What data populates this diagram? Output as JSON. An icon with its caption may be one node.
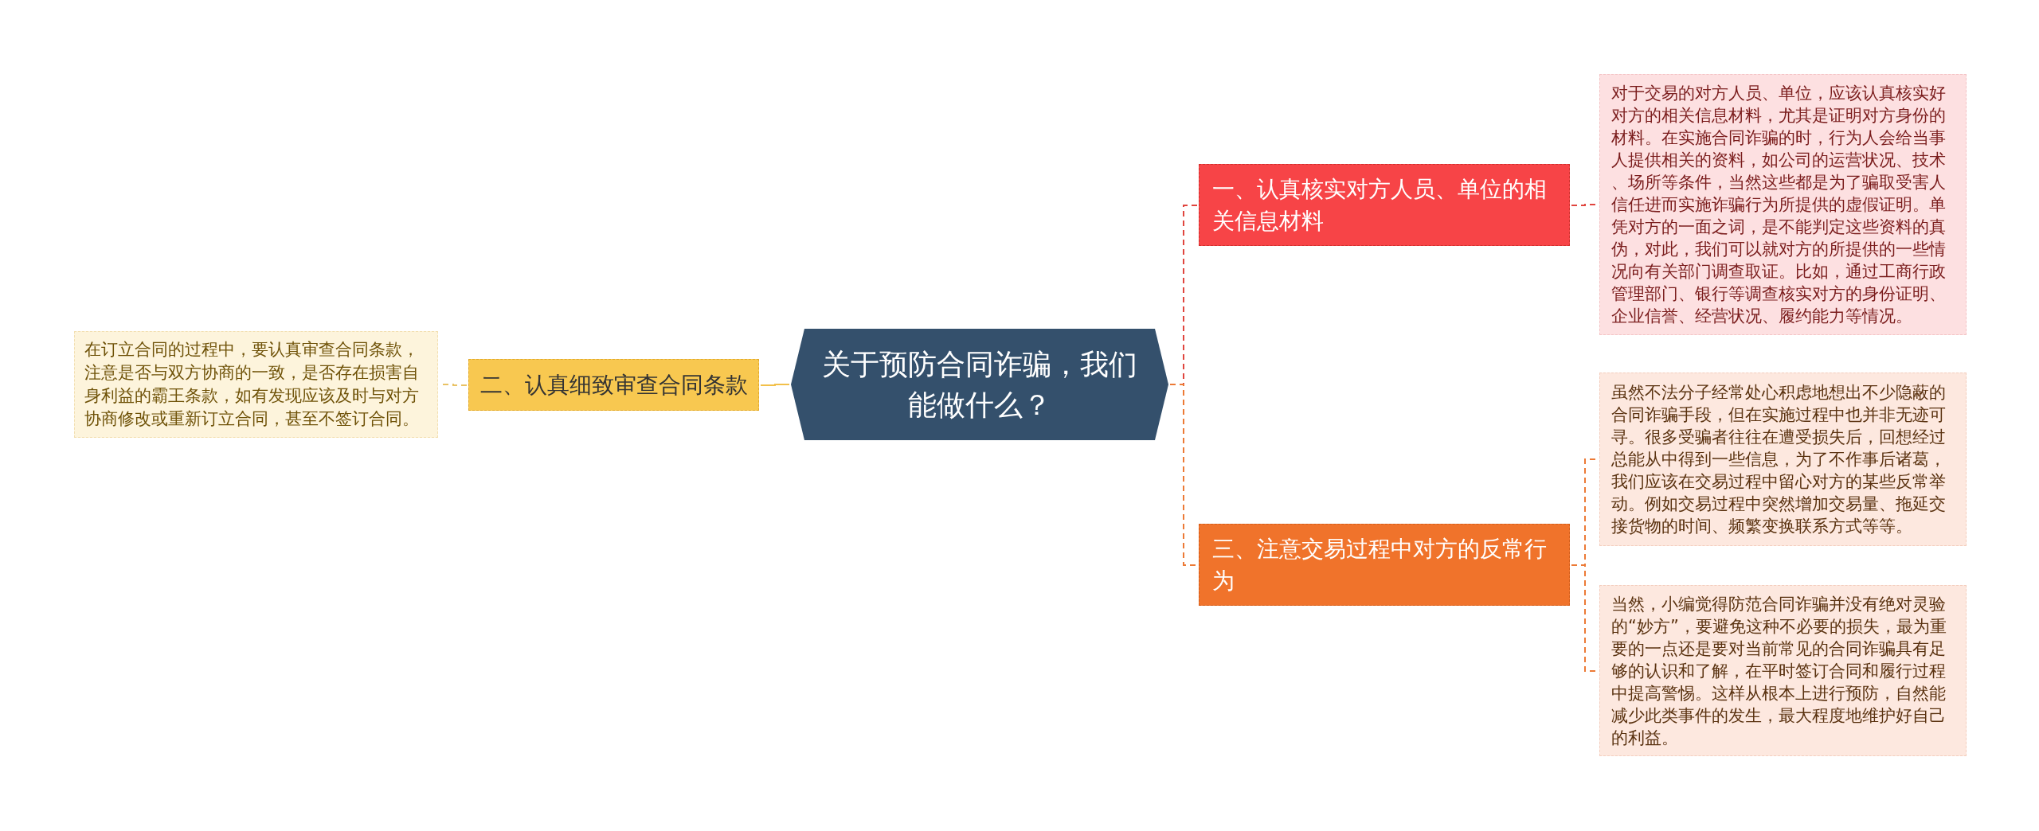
{
  "diagram": {
    "nodes": [
      {
        "text": [
          "关于预防合同诈骗，我们能做什么？"
        ]
      },
      {
        "text": [
          "一、认真核实对方人员、单位的相关信息材料"
        ]
      },
      {
        "text": [
          "二、认真细致审查合同条款"
        ]
      },
      {
        "text": [
          "三、注意交易过程中对方的反常行为"
        ]
      },
      {
        "text": [
          "对于交易的对方人员、单位，应该认真核实好对方的相关信息材料，尤其是证明对方身份的材料。在实施合同诈骗的时，行为人会给当事人提供相关的资料，如公司的运营状况、技术、场所等条件，当然这些都是为了骗取受害人信任进而实施诈骗行为所提供的虚假证明。单凭对方的一面之词，是不能判定这些资料的真伪，对此，我们可以就对方的所提供的一些情况向有关部门调查取证。比如，通过工商行政管理部门、银行等调查核实对方的身份证明、企业信誉、经营状况、履约能力等情况。"
        ]
      },
      {
        "text": [
          "在订立合同的过程中，要认真审查合同条款，注意是否与双方协商的一致，是否存在损害自身利益的霸王条款，如有发现应该及时与对方协商修改或重新订立合同，甚至不签订合同。"
        ]
      },
      {
        "text": [
          "虽然不法分子经常处心积虑地想出不少隐蔽的合同诈骗手段，但在实施过程中也并非无迹可寻。很多受骗者往往在遭受损失后，回想经过总能从中得到一些信息，为了不作事后诸葛，我们应该在交易过程中留心对方的某些反常举动。例如交易过程中突然增加交易量、拖延交接货物的时间、频繁变换联系方式等等。"
        ]
      },
      {
        "text": [
          "当然，小编觉得防范合同诈骗并没有绝对灵验的“妙方”，要避免这种不必要的损失，最为重要的一点还是要对当前常见的合同诈骗具有足够的认识和了解，在平时签订合同和履行过程中提高警惕。这样从根本上进行预防，自然能减少此类事件的发生，最大程度地维护好自己的利益。"
        ]
      }
    ],
    "edges": [
      {
        "from": 0,
        "to": 1,
        "arrow": "none",
        "style": "dashed",
        "color": "#e0453e"
      },
      {
        "from": 0,
        "to": 2,
        "arrow": "none",
        "color": "#f2c04a"
      },
      {
        "from": 0,
        "to": 3,
        "arrow": "none",
        "style": "dashed",
        "color": "#ec7a36"
      },
      {
        "from": 1,
        "to": 4,
        "arrow": "none",
        "style": "dashed",
        "color": "#e0453e"
      },
      {
        "from": 2,
        "to": 5,
        "arrow": "none",
        "style": "dashed",
        "color": "#e9c264"
      },
      {
        "from": 3,
        "to": 6,
        "arrow": "none",
        "style": "dashed",
        "color": "#ec7a36"
      },
      {
        "from": 3,
        "to": 7,
        "arrow": "none",
        "style": "dashed",
        "color": "#ec7a36"
      }
    ]
  }
}
